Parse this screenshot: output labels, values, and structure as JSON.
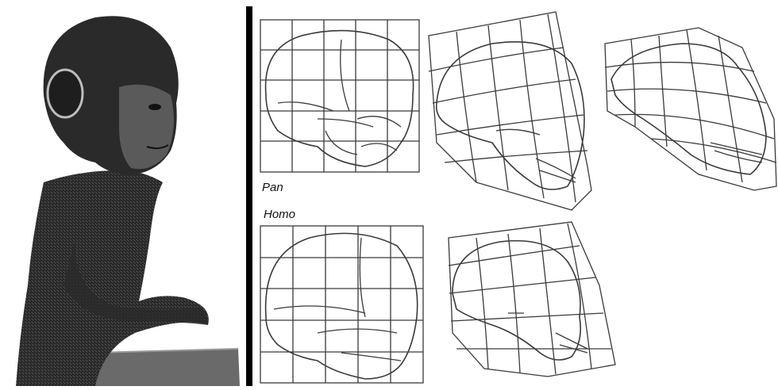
{
  "figure": {
    "photo": {
      "subject": "chimpanzee-infant-photo"
    },
    "labels": {
      "pan": "Pan",
      "homo": "Homo"
    },
    "colors": {
      "ink": "#2a2a2a",
      "grid": "#3a3a3a",
      "divider": "#000000",
      "photo_bg": "#ffffff"
    }
  }
}
